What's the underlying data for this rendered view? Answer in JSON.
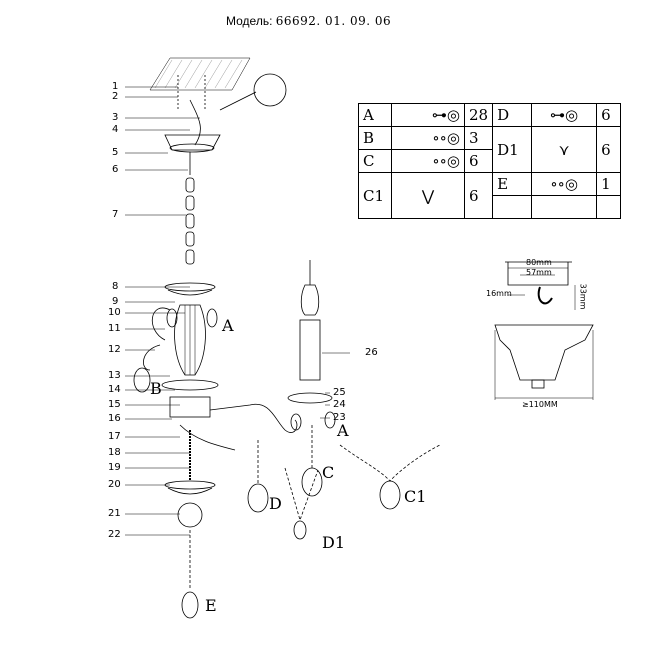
{
  "title": {
    "label": "Модель:",
    "model": "66692. 01. 09. 06"
  },
  "callouts_left": [
    "1",
    "2",
    "3",
    "4",
    "5",
    "6",
    "7",
    "8",
    "9",
    "10",
    "11",
    "12",
    "13",
    "14",
    "15",
    "16",
    "17",
    "18",
    "19",
    "20",
    "21",
    "22"
  ],
  "callouts_right": [
    "26",
    "25",
    "24",
    "23"
  ],
  "diagram_letters": {
    "a1": "A",
    "b": "B",
    "a2": "A",
    "c": "C",
    "d": "D",
    "d1": "D1",
    "c1": "C1",
    "e": "E"
  },
  "parts_table": [
    {
      "code": "A",
      "qty": "28",
      "code2": "D",
      "qty2": "6"
    },
    {
      "code": "B",
      "qty": "3",
      "code2": "D1",
      "qty2": "6"
    },
    {
      "code": "C",
      "qty": "6"
    },
    {
      "code": "C1",
      "qty": "6",
      "code2": "E",
      "qty2": "1"
    }
  ],
  "mount_dimensions": {
    "outer": "80mm",
    "inner": "57mm",
    "left": "16mm",
    "height": "33mm",
    "base": "≥110MM"
  }
}
